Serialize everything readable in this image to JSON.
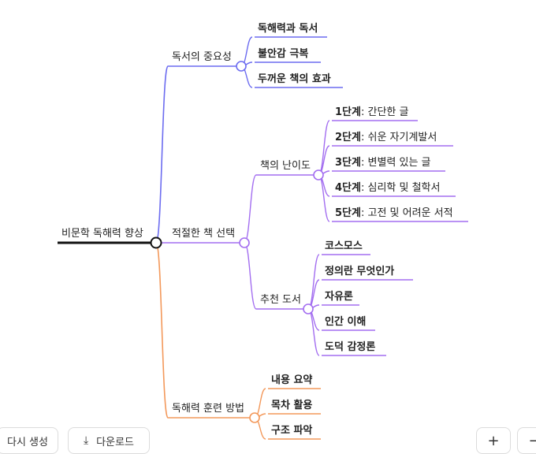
{
  "root": "비문학 독해력 향상",
  "branches": [
    {
      "label": "독서의 중요성",
      "color": "#6c6cf0",
      "children": [
        {
          "bold": "독해력과 독서",
          "rest": ""
        },
        {
          "bold": "불안감 극복",
          "rest": ""
        },
        {
          "bold": "두꺼운 책의 효과",
          "rest": ""
        }
      ]
    },
    {
      "label": "적절한 책 선택",
      "color": "#a36ef0",
      "children": [
        {
          "label": "책의 난이도",
          "children": [
            {
              "bold": "1단계",
              "rest": ": 간단한 글"
            },
            {
              "bold": "2단계",
              "rest": ": 쉬운 자기계발서"
            },
            {
              "bold": "3단계",
              "rest": ": 변별력 있는 글"
            },
            {
              "bold": "4단계",
              "rest": ": 심리학 및 철학서"
            },
            {
              "bold": "5단계",
              "rest": ": 고전 및 어려운 서적"
            }
          ]
        },
        {
          "label": "추천 도서",
          "children": [
            {
              "bold": "코스모스",
              "rest": ""
            },
            {
              "bold": "정의란 무엇인가",
              "rest": ""
            },
            {
              "bold": "자유론",
              "rest": ""
            },
            {
              "bold": "인간 이해",
              "rest": ""
            },
            {
              "bold": "도덕 감정론",
              "rest": ""
            }
          ]
        }
      ]
    },
    {
      "label": "독해력 훈련 방법",
      "color": "#f3985a",
      "children": [
        {
          "bold": "내용 요약",
          "rest": ""
        },
        {
          "bold": "목차 활용",
          "rest": ""
        },
        {
          "bold": "구조 파악",
          "rest": ""
        }
      ]
    }
  ],
  "toolbar": {
    "regenerate_label": "다시 생성",
    "download_label": "다운로드",
    "download_icon": "download-icon",
    "zoom_in": "+",
    "zoom_out": "−"
  }
}
